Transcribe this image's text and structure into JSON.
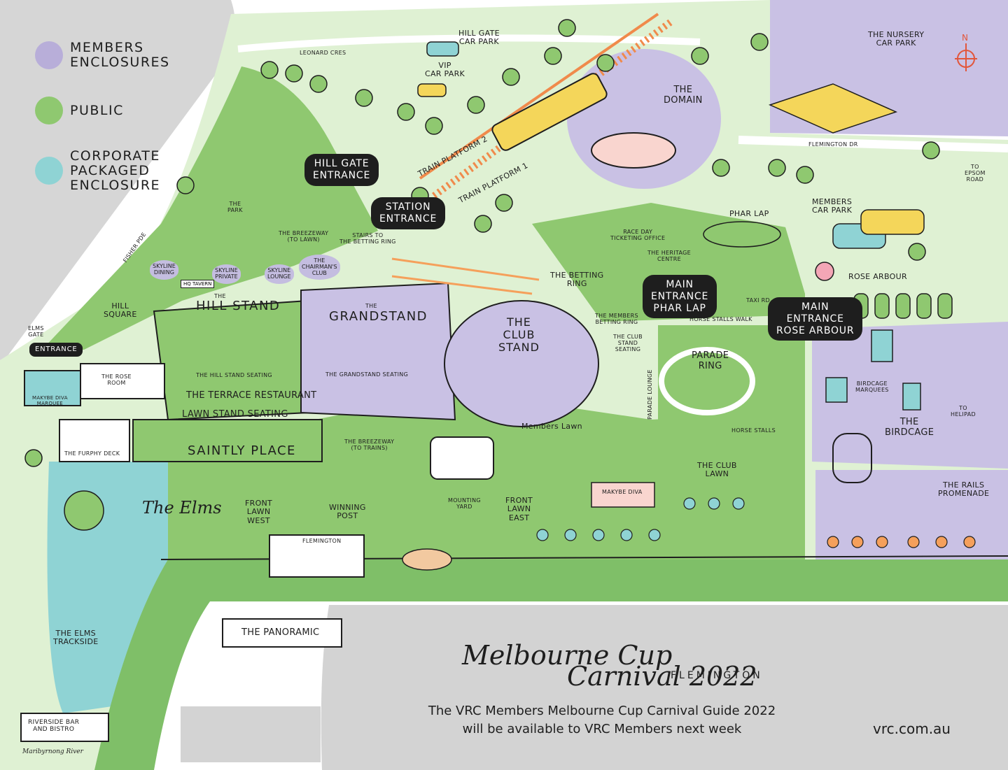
{
  "legend": [
    {
      "label": "MEMBERS\nENCLOSURES",
      "color": "#b8aed9",
      "icon": "purple-dot"
    },
    {
      "label": "PUBLIC",
      "color": "#8fc870",
      "icon": "green-dot"
    },
    {
      "label": "CORPORATE\nPACKAGED\nENCLOSURE",
      "color": "#8fd3d4",
      "icon": "teal-dot"
    }
  ],
  "colors": {
    "members": "#c9c1e4",
    "public": "#8fc870",
    "public_light": "#d9efcc",
    "corporate": "#8fd3d4",
    "track": "#7fbf68",
    "grey": "#d3d3d3",
    "ink": "#1e1e1e",
    "rail": "#f08a4b"
  },
  "entrances": {
    "hill_gate": "HILL GATE\nENTRANCE",
    "station": "STATION\nENTRANCE",
    "main_phar_lap": "MAIN\nENTRANCE\nPHAR LAP",
    "main_rose_arbour": "MAIN\nENTRANCE\nROSE ARBOUR",
    "elms_gate_label": "ELMS\nGATE",
    "elms_gate_entrance": "ENTRANCE"
  },
  "stands": {
    "hill_stand_prefix": "THE",
    "hill_stand": "HILL STAND",
    "grandstand_prefix": "THE",
    "grandstand": "GRANDSTAND",
    "club_stand": "THE\nCLUB\nSTAND",
    "hill_stand_seating": "THE HILL STAND SEATING",
    "terrace_restaurant": "THE TERRACE RESTAURANT",
    "lawn_stand_seating": "LAWN STAND SEATING",
    "saintly_place": "SAINTLY PLACE",
    "grandstand_seating": "THE GRANDSTAND SEATING",
    "club_stand_seating": "THE CLUB\nSTAND\nSEATING"
  },
  "bubbles": {
    "skyline_dining": "SKYLINE\nDINING",
    "skyline_private": "SKYLINE\nPRIVATE",
    "skyline_lounge": "SKYLINE\nLOUNGE",
    "chairmans_club": "THE\nCHAIRMAN'S\nCLUB",
    "hq_tavern": "HQ\nTAVERN"
  },
  "places": {
    "leonard_cres": "LEONARD CRES",
    "fisher_pde": "FISHER PDE",
    "hill_gate_car_park": "HILL GATE\nCAR PARK",
    "vip_car_park": "VIP\nCAR PARK",
    "train_platform_2": "TRAIN PLATFORM 2",
    "train_platform_1": "TRAIN PLATFORM 1",
    "the_domain": "THE\nDOMAIN",
    "nursery_car_park": "THE NURSERY\nCAR PARK",
    "flemington_dr": "FLEMINGTON DR",
    "to_epsom_road": "TO\nEPSOM\nROAD",
    "phar_lap": "PHAR LAP",
    "members_car_park": "MEMBERS\nCAR PARK",
    "race_day_ticketing": "RACE DAY\nTICKETING OFFICE",
    "heritage_centre": "THE HERITAGE\nCENTRE",
    "rose_arbour": "ROSE ARBOUR",
    "taxi_rd": "TAXI RD",
    "betting_ring": "THE BETTING\nRING",
    "members_betting_ring": "THE MEMBERS\nBETTING RING",
    "horse_stalls_walk": "HORSE STALLS WALK",
    "the_park": "THE\nPARK",
    "breezeway_lawn": "THE BREEZEWAY\n(to lawn)",
    "stairs_betting_ring": "STAIRS TO\nTHE BETTING RING",
    "hill_square": "HILL\nSQUARE",
    "rose_room": "THE ROSE\nROOM",
    "makybe_diva_marquee": "MAKYBE DIVA\nMARQUEE",
    "furphy_deck": "THE FURPHY DECK",
    "breezeway_trains": "THE BREEZEWAY\n(to trains)",
    "parade_lounge": "PARADE LOUNGE",
    "parade_ring": "PARADE\nRING",
    "horse_stalls": "HORSE STALLS",
    "members_lawn": "Members Lawn",
    "birdcage_marquees": "BIRDCAGE\nMARQUEES",
    "to_helipad": "TO\nHELIPAD",
    "the_birdcage": "THE\nBIRDCAGE",
    "the_club_lawn": "THE CLUB\nLAWN",
    "the_rails_promenade": "THE RAILS\nPROMENADE",
    "the_elms": "The Elms",
    "front_lawn_west": "FRONT\nLAWN\nWEST",
    "winning_post": "WINNING\nPOST",
    "mounting_yard": "MOUNTING\nYARD",
    "front_lawn_east": "FRONT\nLAWN\nEAST",
    "makybe_diva": "MAKYBE DIVA",
    "flemington_gate": "FLEMINGTON",
    "the_elms_trackside": "THE ELMS\nTRACKSIDE",
    "the_panoramic": "THE PANORAMIC",
    "riverside_bar": "RIVERSIDE BAR\nAND BISTRO",
    "maribyrnong_river": "Maribyrnong River"
  },
  "title": {
    "line1": "Melbourne Cup",
    "line2": "Carnival 2022",
    "venue": "FLEMINGTON"
  },
  "notice": "The VRC Members Melbourne Cup Carnival Guide 2022\nwill be available to VRC Members next week",
  "website": "vrc.com.au",
  "compass": "N",
  "icons": [
    "compass-icon",
    "toilet-icon",
    "accessible-icon",
    "baby-change-icon",
    "food-icon",
    "drink-icon",
    "water-icon",
    "taxi-icon",
    "arrow-icon"
  ]
}
